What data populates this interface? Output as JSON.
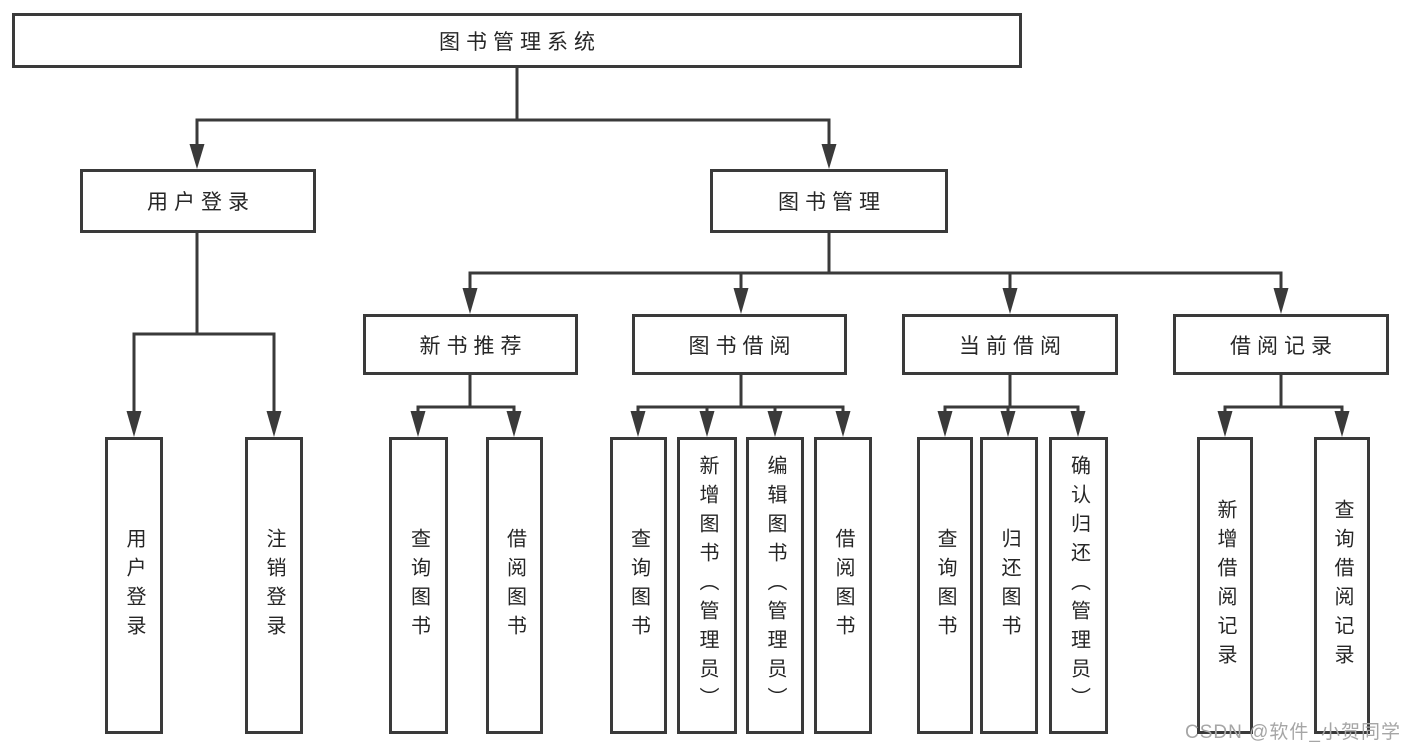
{
  "diagram": {
    "type": "hierarchy",
    "watermark": "CSDN @软件_小贺同学",
    "colors": {
      "line": "#3a3a3a",
      "text": "#262626",
      "watermark": "#a6a6a6",
      "background": "#ffffff"
    },
    "tree": {
      "label": "图书管理系统",
      "children": [
        {
          "label": "用户登录",
          "children": [
            {
              "label": "用户登录"
            },
            {
              "label": "注销登录"
            }
          ]
        },
        {
          "label": "图书管理",
          "children": [
            {
              "label": "新书推荐",
              "children": [
                {
                  "label": "查询图书"
                },
                {
                  "label": "借阅图书"
                }
              ]
            },
            {
              "label": "图书借阅",
              "children": [
                {
                  "label": "查询图书"
                },
                {
                  "label": "新增图书（管理员）"
                },
                {
                  "label": "编辑图书（管理员）"
                },
                {
                  "label": "借阅图书"
                }
              ]
            },
            {
              "label": "当前借阅",
              "children": [
                {
                  "label": "查询图书"
                },
                {
                  "label": "归还图书"
                },
                {
                  "label": "确认归还（管理员）"
                }
              ]
            },
            {
              "label": "借阅记录",
              "children": [
                {
                  "label": "新增借阅记录"
                },
                {
                  "label": "查询借阅记录"
                }
              ]
            }
          ]
        }
      ]
    }
  }
}
